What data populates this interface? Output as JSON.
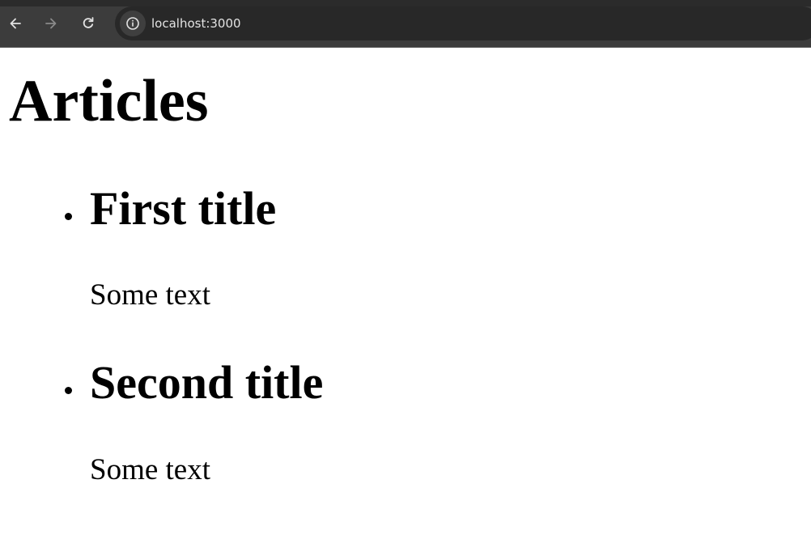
{
  "browser": {
    "url": "localhost:3000",
    "icons": {
      "back": "arrow-left-icon",
      "forward": "arrow-right-icon",
      "reload": "reload-icon",
      "site_info": "info-icon"
    },
    "colors": {
      "toolbar": "#3c3c3c",
      "address_bar": "#282828",
      "url_text": "#e3e3e3"
    }
  },
  "page": {
    "heading": "Articles",
    "articles": [
      {
        "title": "First title",
        "text": "Some text"
      },
      {
        "title": "Second title",
        "text": "Some text"
      }
    ]
  }
}
